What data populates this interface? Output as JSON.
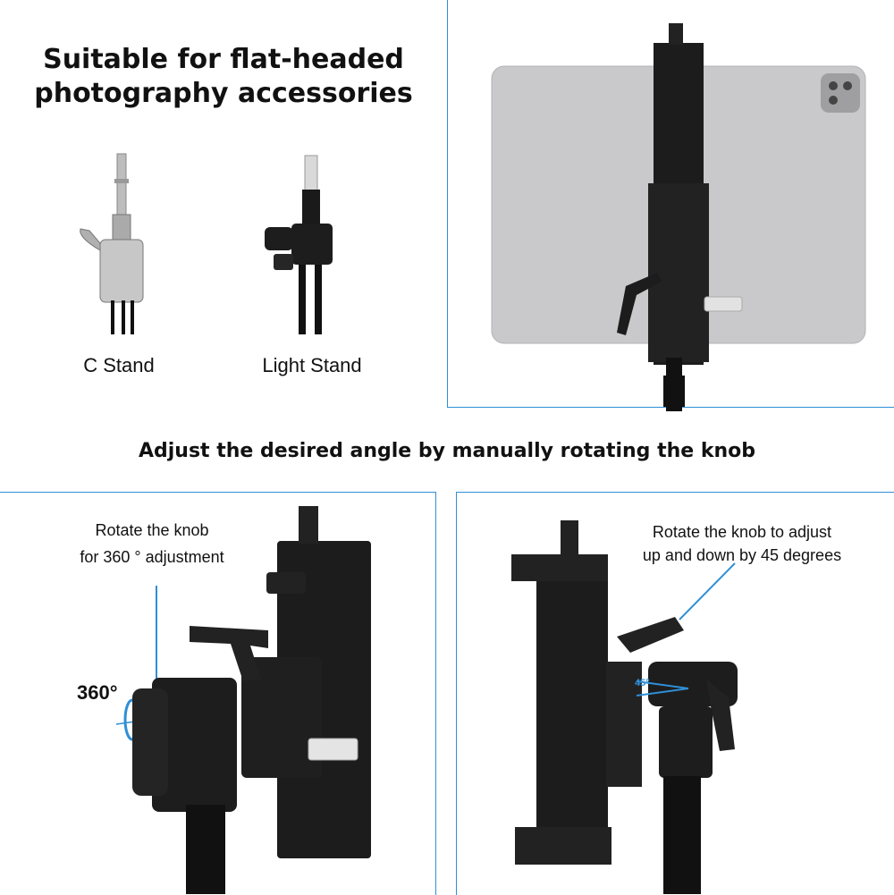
{
  "header": {
    "title_line1": "Suitable for flat-headed",
    "title_line2": "photography accessories"
  },
  "stands": {
    "c_stand": "C Stand",
    "light_stand": "Light Stand"
  },
  "subtitle": "Adjust the desired angle by manually rotating the knob",
  "left_panel": {
    "note_line1": "Rotate the knob",
    "note_line2": "for 360 ° adjustment",
    "angle": "360°"
  },
  "right_panel": {
    "note_line1": "Rotate the knob to adjust",
    "note_line2": "up and down by 45 degrees",
    "angle": "45°"
  },
  "colors": {
    "accent": "#2f8fd6",
    "metal_dark": "#1c1c1c",
    "tablet_silver": "#c9c9cb"
  }
}
